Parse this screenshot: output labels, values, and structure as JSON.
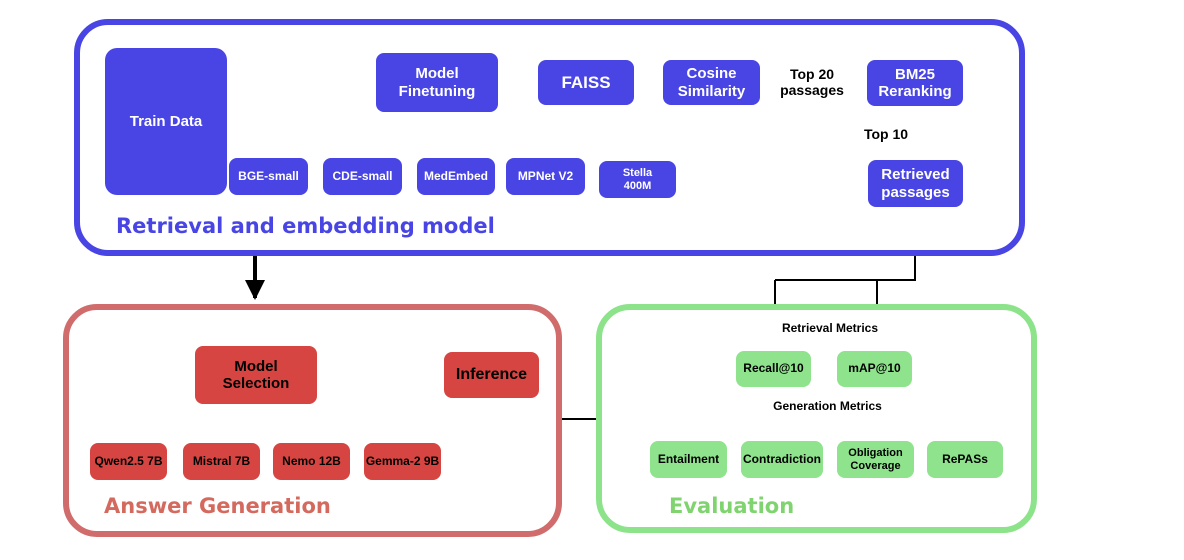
{
  "colors": {
    "retrieval": "#4845e4",
    "generation_border": "#d16c6c",
    "generation_node": "#d64541",
    "generation_title": "#d46a5e",
    "evaluation_border": "#8ce38a",
    "evaluation_node": "#8ee38c",
    "evaluation_title": "#7fd46f"
  },
  "panels": {
    "retrieval_title": "Retrieval and embedding model",
    "generation_title": "Answer Generation",
    "evaluation_title": "Evaluation"
  },
  "retrieval": {
    "train_data": "Train Data",
    "model_finetuning": "Model\nFinetuning",
    "faiss": "FAISS",
    "cosine_similarity": "Cosine\nSimilarity",
    "bm25_reranking": "BM25\nReranking",
    "retrieved_passages": "Retrieved\npassages",
    "edge_top20": "Top 20\npassages",
    "edge_top10": "Top 10",
    "embedding_models": [
      "BGE-small",
      "CDE-small",
      "MedEmbed",
      "MPNet V2",
      "Stella\n400M"
    ]
  },
  "generation": {
    "model_selection": "Model\nSelection",
    "inference": "Inference",
    "llms": [
      "Qwen2.5 7B",
      "Mistral 7B",
      "Nemo 12B",
      "Gemma-2 9B"
    ]
  },
  "evaluation": {
    "retrieval_metrics_label": "Retrieval Metrics",
    "generation_metrics_label": "Generation Metrics",
    "retrieval_metrics": [
      "Recall@10",
      "mAP@10"
    ],
    "generation_metrics": [
      "Entailment",
      "Contradiction",
      "Obligation\nCoverage",
      "RePASs"
    ]
  }
}
